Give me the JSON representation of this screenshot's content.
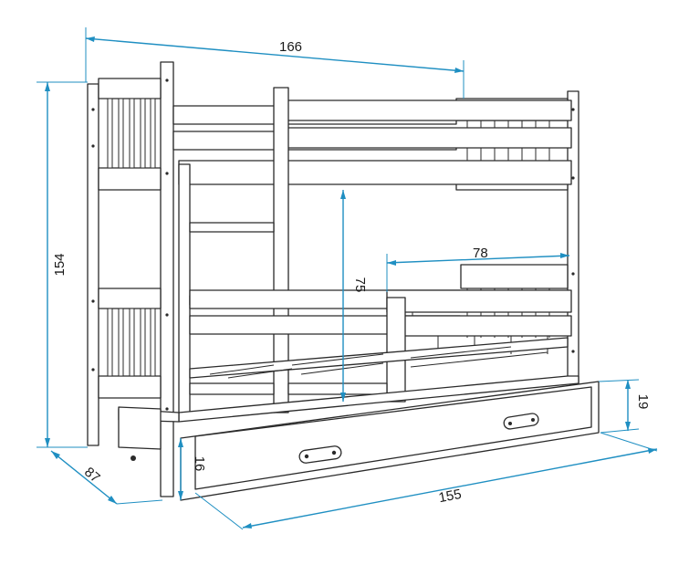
{
  "dimensions": {
    "bed_length": "166",
    "total_height": "154",
    "depth": "87",
    "guard_rail_length": "78",
    "bed_clearance": "75",
    "drawer_length": "155",
    "drawer_height": "19",
    "drawer_depth": "16"
  },
  "colors": {
    "dimension_line": "#1f8fc2",
    "outline": "#2a2a2a",
    "background": "#ffffff"
  }
}
